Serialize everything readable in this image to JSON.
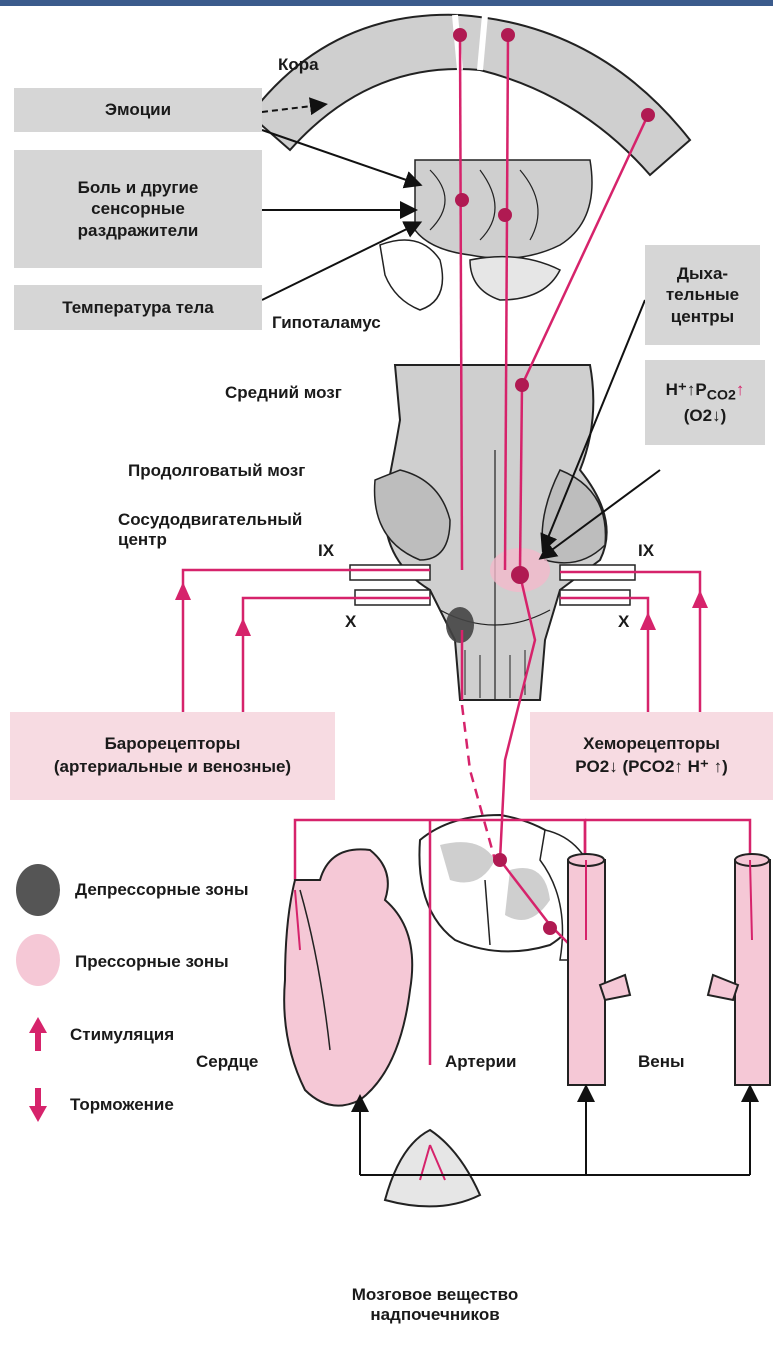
{
  "colors": {
    "pink": "#d6236b",
    "gray_zone": "#cfcfcf",
    "depressor": "#555555",
    "pressor": "#f5c8d6"
  },
  "labels": {
    "cortex": "Кора",
    "emotions": "Эмоции",
    "pain": "Боль и другие\nсенсорные\nраздражители",
    "temperature": "Температура тела",
    "hypothalamus": "Гипоталамус",
    "respiratory": "Дыха-\nтельные\nцентры",
    "chem_small_1": "H⁺↑P",
    "chem_small_1_sub": "CO2",
    "chem_small_1_arrow": "↑",
    "chem_small_2": "(O2↓)",
    "midbrain": "Средний мозг",
    "medulla": "Продолговатый мозг",
    "vasomotor": "Сосудодвигательный\nцентр",
    "nerve_ix_left": "IX",
    "nerve_ix_right": "IX",
    "nerve_x_left": "X",
    "nerve_x_right": "X",
    "baro_line1": "Барорецепторы",
    "baro_line2": "(артериальные и венозные)",
    "chemo_line1": "Хеморецепторы",
    "chemo_line2": "PO2↓ (PCO2↑ H⁺ ↑)",
    "heart": "Сердце",
    "arteries": "Артерии",
    "veins": "Вены",
    "adrenal": "Мозговое вещество\nнадпочечников"
  },
  "legend": {
    "depressor": "Депрессорные зоны",
    "pressor": "Прессорные зоны",
    "stimulation": "Стимуляция",
    "inhibition": "Торможение"
  }
}
